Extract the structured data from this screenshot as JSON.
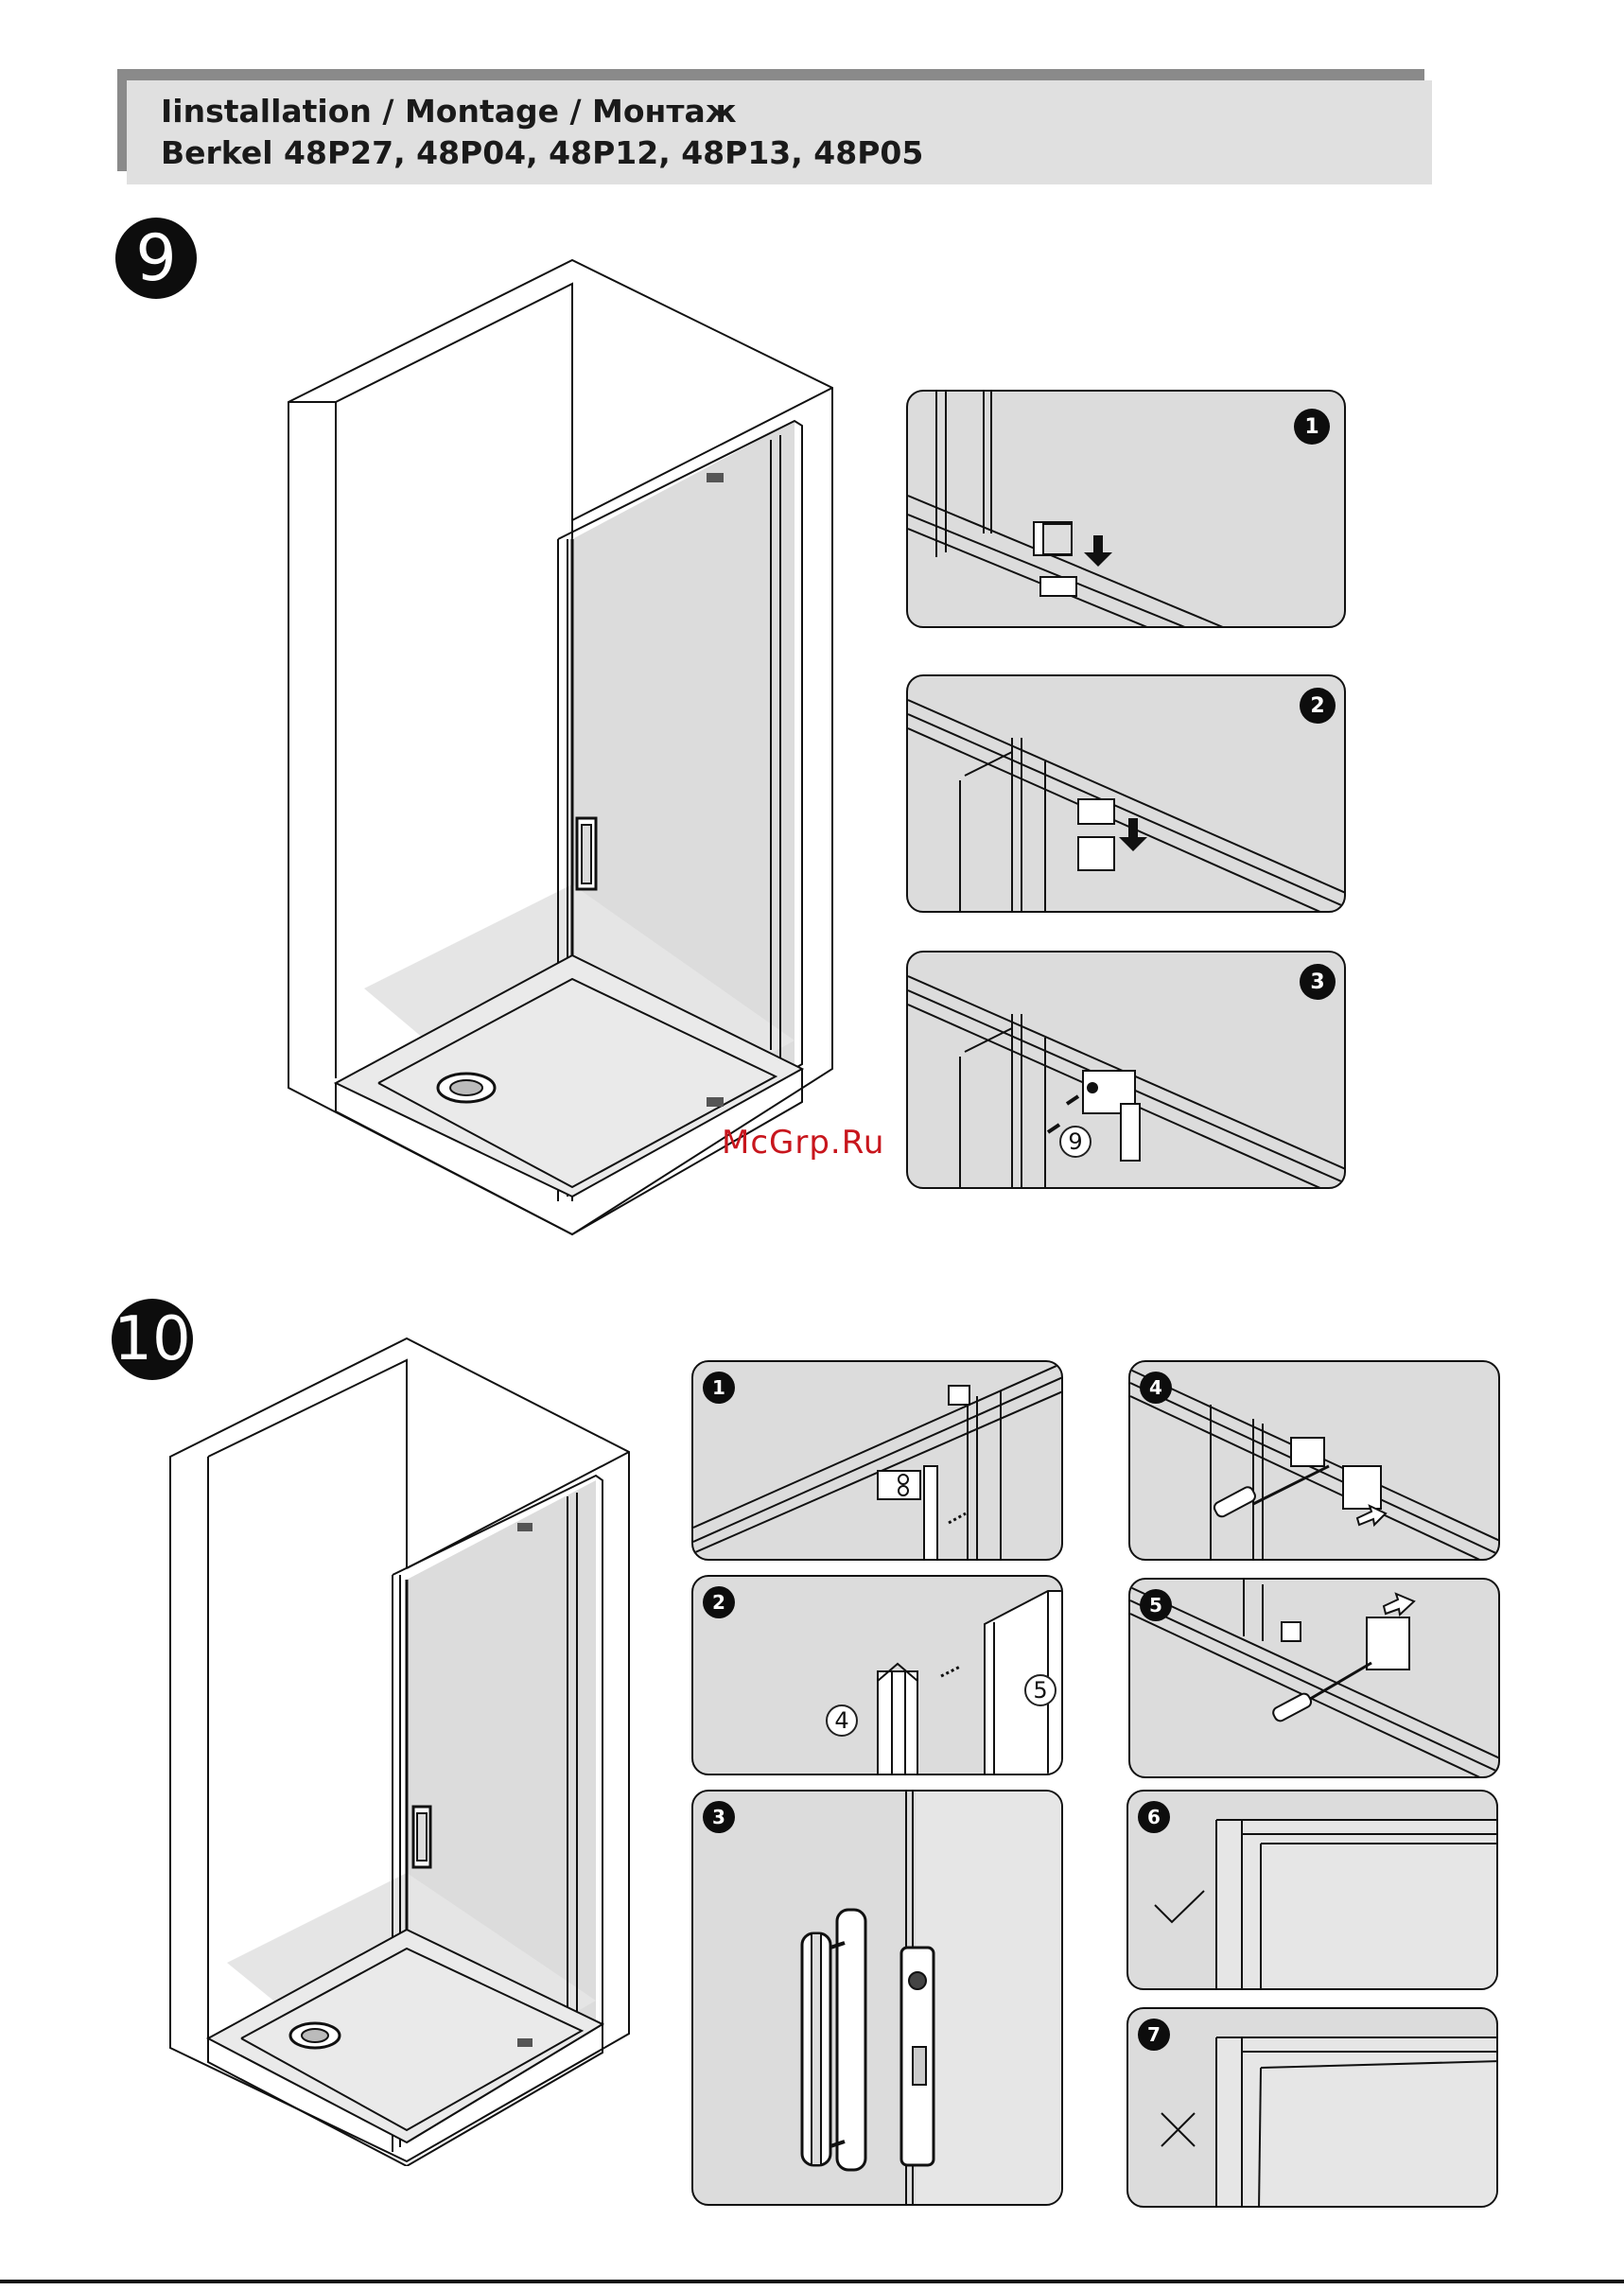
{
  "header": {
    "line1": "Iinstallation / Montage / Монтаж",
    "line2": "Berkel 48P27, 48P04, 48P12, 48P13, 48P05"
  },
  "sections": [
    {
      "step": "9",
      "panels": [
        "1",
        "2",
        "3"
      ],
      "callouts": [
        "9"
      ]
    },
    {
      "step": "10",
      "panels": [
        "1",
        "2",
        "3",
        "4",
        "5",
        "6",
        "7"
      ],
      "callouts": [
        "4",
        "5"
      ]
    }
  ],
  "watermark": "McGrp.Ru",
  "icons": [
    "check-icon",
    "cross-icon",
    "screwdriver-icon",
    "screw-icon",
    "arrow-icon"
  ]
}
